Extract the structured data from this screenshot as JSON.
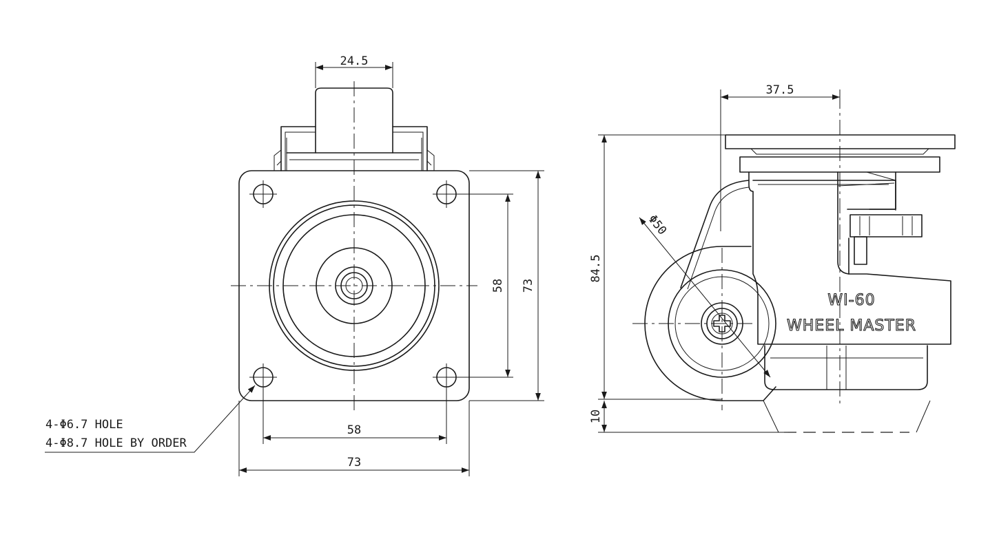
{
  "front_view": {
    "dims": {
      "stem_width": "24.5",
      "hole_pitch_vertical": "58",
      "plate_height": "73",
      "hole_pitch_horizontal": "58",
      "plate_width": "73"
    },
    "hole_note_line1": "4-Φ6.7 HOLE",
    "hole_note_line2": "4-Φ8.7 HOLE BY ORDER"
  },
  "side_view": {
    "dims": {
      "offset": "37.5",
      "overall_height": "84.5",
      "wheel_diameter": "Φ50",
      "adjust_height": "10"
    },
    "model_text": "WI-60",
    "brand_text": "WHEEL MASTER"
  }
}
